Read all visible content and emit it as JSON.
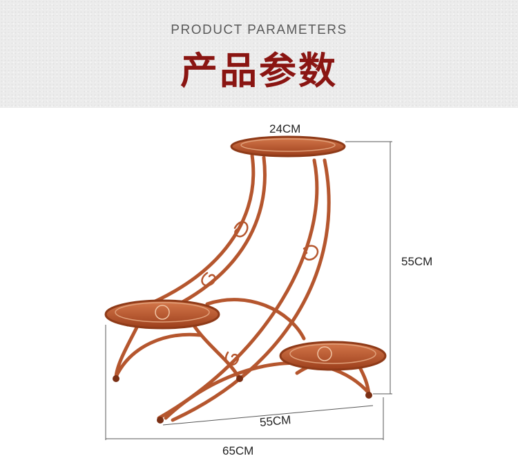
{
  "header": {
    "title_en": "PRODUCT PARAMETERS",
    "title_zh": "产品参数"
  },
  "dimensions": {
    "top_tray_diameter": "24CM",
    "height": "55CM",
    "depth": "55CM",
    "width": "65CM"
  },
  "colors": {
    "header_bg": "#ececec",
    "title_red": "#8a1512",
    "metal": "#b5562e",
    "metal_dark": "#7a2f14"
  },
  "image": {
    "subject": "three-tier metal plant stand, copper finish"
  }
}
